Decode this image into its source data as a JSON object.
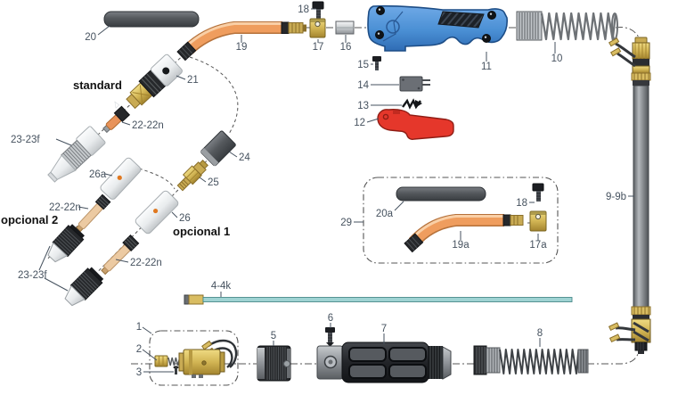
{
  "labels": {
    "n1": "1",
    "n2": "2",
    "n3": "3",
    "n4": "4-4k",
    "n5": "5",
    "n6": "6",
    "n7": "7",
    "n8": "8",
    "n9": "9-9b",
    "n10": "10",
    "n11": "11",
    "n12": "12",
    "n13": "13",
    "n14": "14",
    "n15": "15",
    "n16": "16",
    "n17": "17",
    "n17a": "17a",
    "n18": "18",
    "n18_box": "18",
    "n19": "19",
    "n19a": "19a",
    "n20": "20",
    "n20a": "20a",
    "n21": "21",
    "n22_standard": "22-22n",
    "n22_opcional1": "22-22n",
    "n22_opcional2": "22-22n",
    "n23_standard": "23-23f",
    "n23_opcional": "23-23f",
    "n24": "24",
    "n25": "25",
    "n26": "26",
    "n26a": "26a",
    "n29": "29"
  },
  "groups": {
    "standard": "standard",
    "opcional1": "opcional 1",
    "opcional2": "opcional 2"
  },
  "colors": {
    "label_text": "#46525f",
    "handle_blue": "#4a8fd4",
    "trigger_red": "#e5372b",
    "neck_copper": "#ef9d5e",
    "brass": "#d9bd62",
    "liner_teal": "#9fd3d3",
    "tube_gray": "#55585c"
  }
}
